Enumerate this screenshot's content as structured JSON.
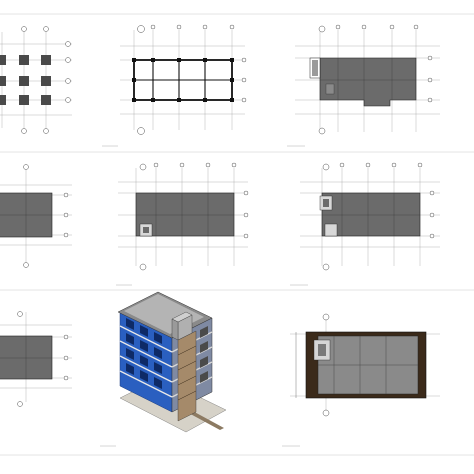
{
  "sheet": {
    "title": "",
    "views": [
      {
        "kind": "plan",
        "style": "foundation",
        "caption": ""
      },
      {
        "kind": "plan",
        "style": "frame",
        "caption": ""
      },
      {
        "kind": "plan",
        "style": "floor-a",
        "caption": ""
      },
      {
        "kind": "plan",
        "style": "floor-b",
        "caption": ""
      },
      {
        "kind": "plan",
        "style": "floor-c",
        "caption": ""
      },
      {
        "kind": "plan",
        "style": "floor-d",
        "caption": ""
      },
      {
        "kind": "plan",
        "style": "roof",
        "caption": ""
      },
      {
        "kind": "isometric",
        "style": "3d-building",
        "caption": ""
      },
      {
        "kind": "plan",
        "style": "roof-section",
        "caption": ""
      }
    ],
    "colors": {
      "slab": "#6b6b6b",
      "slab_dark": "#4a4a4a",
      "line": "#222222",
      "grid": "#9a9a9a",
      "facade_blue": "#2a5fc0",
      "roof_brown": "#3b2a1a"
    }
  }
}
